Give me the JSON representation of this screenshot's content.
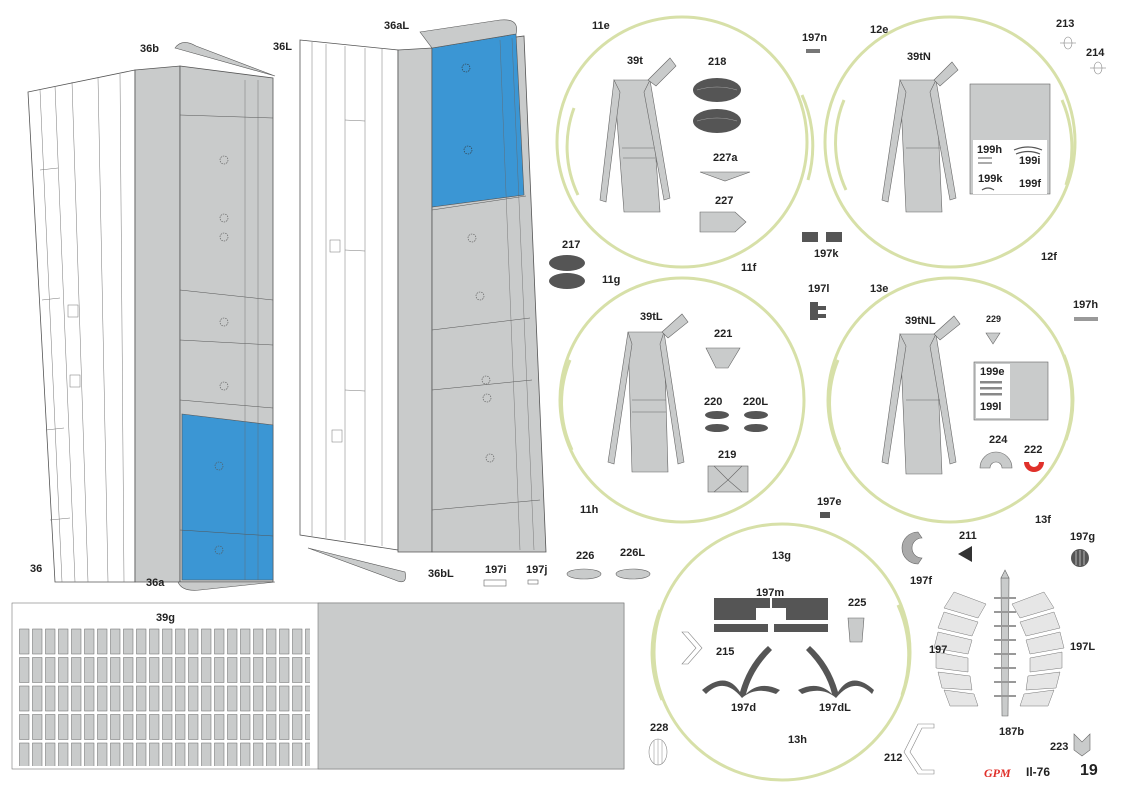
{
  "colors": {
    "grey": "#c9cbcb",
    "blue": "#3b96d4",
    "ring": "#d7e0a8",
    "line": "#555555",
    "dark": "#555555",
    "red": "#e0302a"
  },
  "labels": {
    "l36b": "36b",
    "l36L": "36L",
    "l36aL": "36aL",
    "l36": "36",
    "l36a": "36a",
    "l36bL": "36bL",
    "l11e": "11e",
    "l39t": "39t",
    "l218": "218",
    "l197n": "197n",
    "l12e": "12e",
    "l39tN": "39tN",
    "l213": "213",
    "l214": "214",
    "l227a": "227a",
    "l227": "227",
    "l199h": "199h",
    "l199i": "199i",
    "l199k": "199k",
    "l199f": "199f",
    "l217": "217",
    "l197k": "197k",
    "l11g": "11g",
    "l11f": "11f",
    "l12f": "12f",
    "l197l": "197l",
    "l13e": "13e",
    "l197h": "197h",
    "l39tL": "39tL",
    "l221": "221",
    "l39tNL": "39tNL",
    "l229": "229",
    "l199e": "199e",
    "l220": "220",
    "l220L": "220L",
    "l199l": "199l",
    "l224": "224",
    "l222": "222",
    "l219": "219",
    "l11h": "11h",
    "l197e": "197e",
    "l13f": "13f",
    "l211": "211",
    "l197g": "197g",
    "l197f": "197f",
    "l197i": "197i",
    "l197j": "197j",
    "l226": "226",
    "l226L": "226L",
    "l13g": "13g",
    "l39g": "39g",
    "l197m": "197m",
    "l225": "225",
    "l215": "215",
    "l197": "197",
    "l197L": "197L",
    "l197d": "197d",
    "l197dL": "197dL",
    "l228": "228",
    "l13h": "13h",
    "l212": "212",
    "l187b": "187b",
    "l223": "223"
  },
  "footer": {
    "brand": "GPM",
    "model": "Il-76",
    "page": "19"
  }
}
